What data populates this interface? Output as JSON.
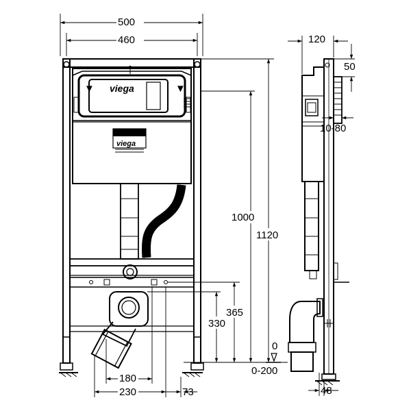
{
  "brand": "viega",
  "dimensions": {
    "total_width": "500",
    "frame_width": "460",
    "depth": "120",
    "top_offset": "50",
    "wall_offset": "10-80",
    "height_1000": "1000",
    "height_1120": "1120",
    "height_365": "365",
    "height_330": "330",
    "floor_zero": "0",
    "floor_range": "0-200",
    "width_180": "180",
    "width_230": "230",
    "width_73": "73",
    "depth_48": "48"
  },
  "colors": {
    "line": "#000000",
    "background": "#ffffff"
  }
}
